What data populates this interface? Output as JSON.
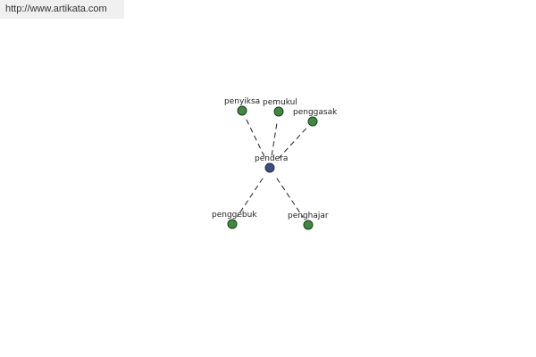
{
  "header": {
    "url_text": "http://www.artikata.com"
  },
  "diagram": {
    "center": {
      "label": "pendera",
      "color": "#3d4b8c"
    },
    "node_color": "#3f8a3f",
    "nodes": [
      {
        "label": "penyiksa"
      },
      {
        "label": "pemukul"
      },
      {
        "label": "penggasak"
      },
      {
        "label": "penggebuk"
      },
      {
        "label": "penghajar"
      }
    ]
  }
}
